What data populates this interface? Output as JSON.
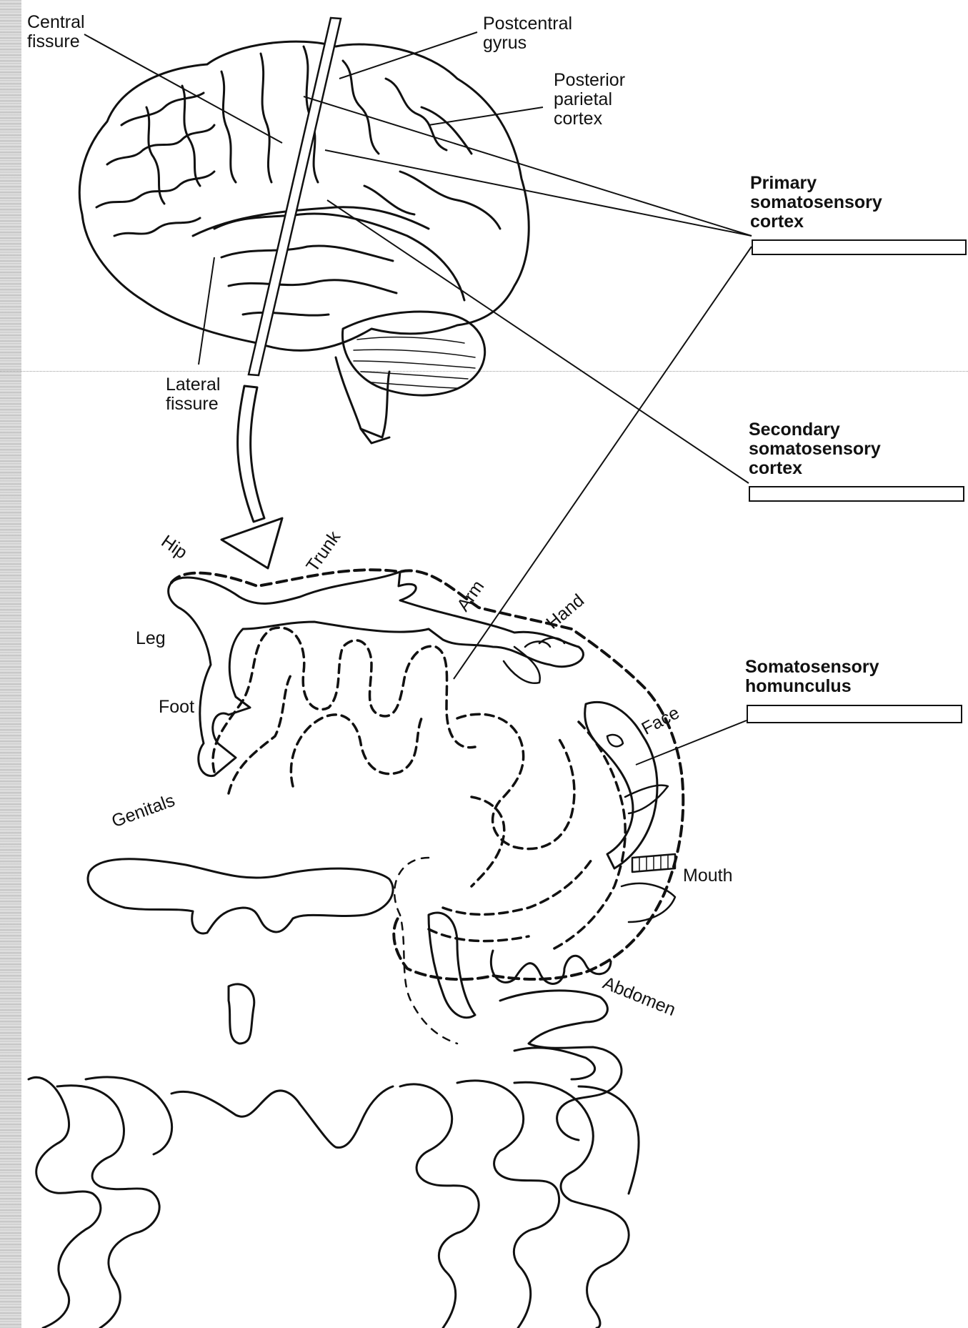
{
  "labels": {
    "central_fissure": [
      "Central",
      "fissure"
    ],
    "postcentral_gyrus": [
      "Postcentral",
      "gyrus"
    ],
    "posterior_parietal_cortex": [
      "Posterior",
      "parietal",
      "cortex"
    ],
    "lateral_fissure": [
      "Lateral",
      "fissure"
    ],
    "primary_somatosensory_cortex": [
      "Primary",
      "somatosensory",
      "cortex"
    ],
    "secondary_somatosensory_cortex": [
      "Secondary",
      "somatosensory",
      "cortex"
    ],
    "somatosensory_homunculus": [
      "Somatosensory",
      "homunculus"
    ]
  },
  "body_parts": {
    "hip": "Hip",
    "trunk": "Trunk",
    "arm": "Arm",
    "hand": "Hand",
    "leg": "Leg",
    "foot": "Foot",
    "face": "Face",
    "genitals": "Genitals",
    "mouth": "Mouth",
    "abdomen": "Abdomen"
  },
  "colors": {
    "ink": "#111111",
    "paper": "#ffffff"
  }
}
